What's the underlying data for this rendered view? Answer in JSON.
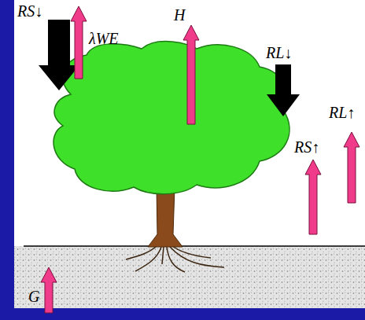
{
  "diagram": {
    "labels": [
      "RS↓",
      "λWE",
      "H",
      "RL↓",
      "RL↑",
      "RS↑",
      "G"
    ]
  }
}
